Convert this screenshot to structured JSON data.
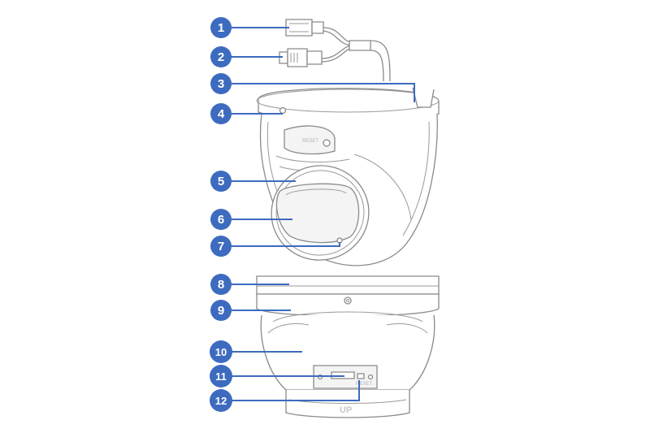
{
  "callouts": [
    {
      "number": "1",
      "target": "power-connector"
    },
    {
      "number": "2",
      "target": "ethernet-connector"
    },
    {
      "number": "3",
      "target": "camera-cable-entry"
    },
    {
      "number": "4",
      "target": "mounting-screw"
    },
    {
      "number": "5",
      "target": "camera-lens-housing"
    },
    {
      "number": "6",
      "target": "lens-window"
    },
    {
      "number": "7",
      "target": "lens-sensor"
    },
    {
      "number": "8",
      "target": "base-top-ring"
    },
    {
      "number": "9",
      "target": "base-body"
    },
    {
      "number": "10",
      "target": "base-inner-cavity"
    },
    {
      "number": "11",
      "target": "microsd-slot"
    },
    {
      "number": "12",
      "target": "reset-button"
    }
  ],
  "labels": {
    "reset_small": "RESET",
    "up_marker": "UP"
  },
  "colors": {
    "callout": "#3d6bbf",
    "line_art": "#8a8a8a"
  }
}
